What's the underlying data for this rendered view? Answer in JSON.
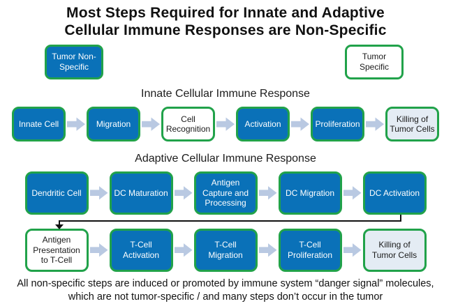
{
  "title": {
    "line1": "Most Steps Required for Innate and Adaptive",
    "line2": "Cellular Immune Responses are Non-Specific"
  },
  "legend": {
    "non_specific_label": "Tumor Non-Specific",
    "specific_label": "Tumor Specific"
  },
  "innate": {
    "header": "Innate Cellular Immune Response",
    "steps": [
      {
        "label": "Innate Cell",
        "style": "blue"
      },
      {
        "label": "Migration",
        "style": "blue"
      },
      {
        "label": "Cell Recognition",
        "style": "white"
      },
      {
        "label": "Activation",
        "style": "blue"
      },
      {
        "label": "Proliferation",
        "style": "blue"
      },
      {
        "label": "Killing of Tumor Cells",
        "style": "light"
      }
    ]
  },
  "adaptive": {
    "header": "Adaptive Cellular Immune Response",
    "row1": [
      {
        "label": "Dendritic Cell",
        "style": "blue"
      },
      {
        "label": "DC Maturation",
        "style": "blue"
      },
      {
        "label": "Antigen Capture and Processing",
        "style": "blue"
      },
      {
        "label": "DC Migration",
        "style": "blue"
      },
      {
        "label": "DC Activation",
        "style": "blue"
      }
    ],
    "row2": [
      {
        "label": "Antigen Presentation to T-Cell",
        "style": "white"
      },
      {
        "label": "T-Cell Activation",
        "style": "blue"
      },
      {
        "label": "T-Cell Migration",
        "style": "blue"
      },
      {
        "label": "T-Cell Proliferation",
        "style": "blue"
      },
      {
        "label": "Killing of Tumor Cells",
        "style": "light"
      }
    ]
  },
  "footer": {
    "line1": "All non-specific steps are induced or promoted by immune system “danger signal” molecules,",
    "line2": "which are not tumor-specific / and many steps don’t occur in the tumor"
  },
  "colors": {
    "box_blue": "#0a71b8",
    "border_green": "#21a24a",
    "box_light": "#e4ecf4",
    "box_white": "#ffffff",
    "arrow_fill": "#b9c9e2",
    "connector_black": "#111111"
  }
}
